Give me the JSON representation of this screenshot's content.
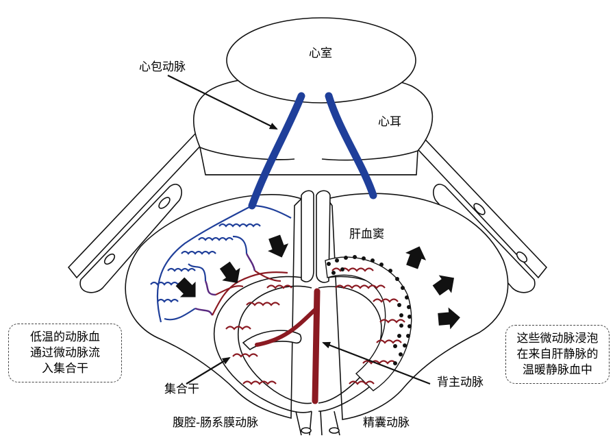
{
  "labels": {
    "ventricle": "心室",
    "atrium": "心耳",
    "pericardial_artery": "心包动脉",
    "liver_sinus": "肝血窦",
    "collecting_trunk": "集合干",
    "dorsal_aorta": "背主动脉",
    "celiac_mesenteric_artery": "腹腔-肠系膜动脉",
    "spermatic_artery": "精囊动脉"
  },
  "notes": {
    "left": [
      "低温的动脉血",
      "通过微动脉流",
      "入集合干"
    ],
    "right": [
      "这些微动脉浸泡",
      "在来自肝静脉的",
      "温暖静脉血中"
    ]
  },
  "colors": {
    "cold_blood": "#1f3f9a",
    "warm_blood": "#8b1a22",
    "transition": "#5a2a80",
    "outline": "#111111",
    "arrow": "#111111"
  }
}
